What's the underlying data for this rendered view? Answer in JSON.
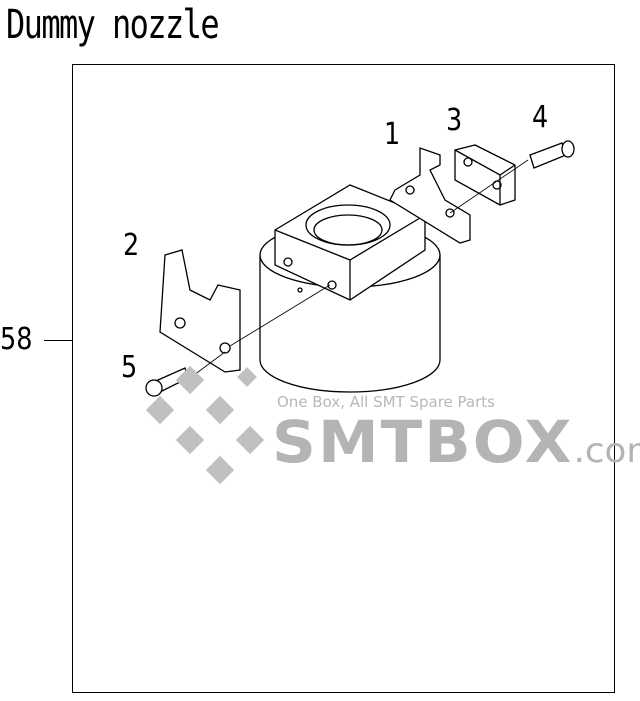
{
  "title": "Dummy nozzle",
  "reference_number": "58",
  "callouts": [
    "1",
    "2",
    "3",
    "4",
    "5"
  ],
  "watermark": {
    "tagline": "One Box, All SMT Spare Parts",
    "brand": "SMTBOX",
    "suffix": ".com"
  }
}
